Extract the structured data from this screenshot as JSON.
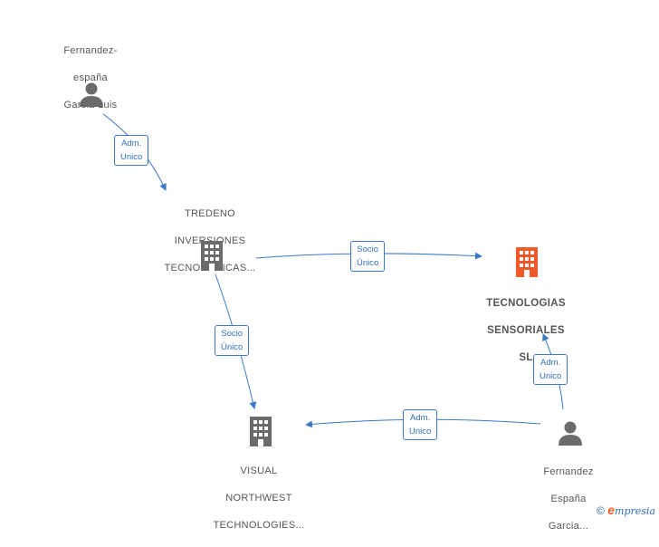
{
  "colors": {
    "edge": "#3b78c7",
    "person": "#6b6b6b",
    "company": "#6b6b6b",
    "focus_company": "#f05a28"
  },
  "nodes": {
    "fernandez_luis": {
      "lines": [
        "Fernandez-",
        "españa",
        "Garcia Luis"
      ],
      "icon": "person-icon"
    },
    "tredeno": {
      "lines": [
        "TREDENO",
        "INVERSIONES",
        "TECNOLOGICAS..."
      ],
      "icon": "building-icon"
    },
    "tecnologias": {
      "lines": [
        "TECNOLOGIAS",
        "SENSORIALES",
        "SL"
      ],
      "icon": "building-icon"
    },
    "visual": {
      "lines": [
        "VISUAL",
        "NORTHWEST",
        "TECHNOLOGIES..."
      ],
      "icon": "building-icon"
    },
    "fernandez_garcia": {
      "lines": [
        "Fernandez",
        "España",
        "Garcia..."
      ],
      "icon": "person-icon"
    }
  },
  "edges": [
    {
      "id": "luis_to_tredeno",
      "lines": [
        "Adm.",
        "Unico"
      ]
    },
    {
      "id": "tredeno_to_tecnologias",
      "lines": [
        "Socio",
        "Único"
      ]
    },
    {
      "id": "tredeno_to_visual",
      "lines": [
        "Socio",
        "Único"
      ]
    },
    {
      "id": "garcia_to_tecnologias",
      "lines": [
        "Adm.",
        "Unico"
      ]
    },
    {
      "id": "garcia_to_visual",
      "lines": [
        "Adm.",
        "Unico"
      ]
    }
  ],
  "footer": {
    "copyright": "©",
    "brand_first": "e",
    "brand_rest": "mpresia"
  }
}
